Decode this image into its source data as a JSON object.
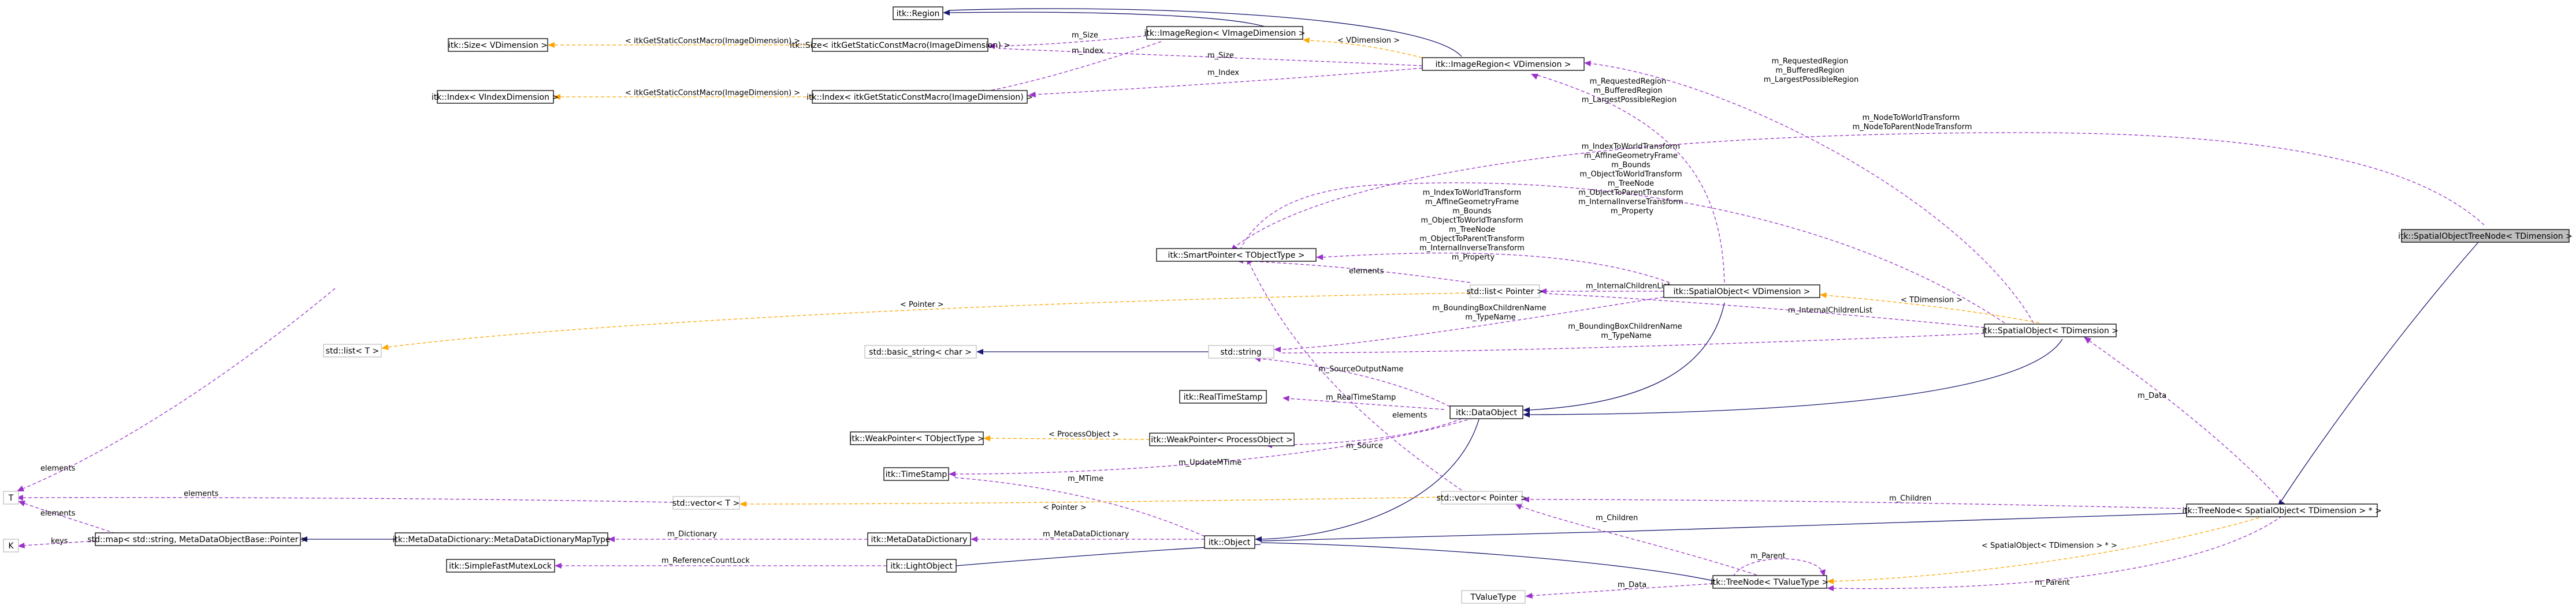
{
  "nodes": {
    "region": "itk::Region",
    "image_region_v": "itk::ImageRegion< VImageDimension >",
    "size_v": "itk::Size< VDimension >",
    "size_macro": "itk::Size< itkGetStaticConstMacro(ImageDimension) >",
    "image_region_vd": "itk::ImageRegion< VDimension >",
    "index_v": "itk::Index< VIndexDimension >",
    "index_macro": "itk::Index< itkGetStaticConstMacro(ImageDimension) >",
    "spatial_tree_node": "itk::SpatialObjectTreeNode< TDimension >",
    "smart_pointer": "itk::SmartPointer< TObjectType >",
    "std_list_pointer": "std::list< Pointer >",
    "spatial_object_v": "itk::SpatialObject< VDimension >",
    "std_list_t": "std::list< T >",
    "basic_string": "std::basic_string< char >",
    "std_string": "std::string",
    "spatial_object_t": "itk::SpatialObject< TDimension >",
    "real_time_stamp": "itk::RealTimeStamp",
    "data_object": "itk::DataObject",
    "weak_pointer_t": "itk::WeakPointer< TObjectType >",
    "weak_pointer_po": "itk::WeakPointer< ProcessObject >",
    "time_stamp": "itk::TimeStamp",
    "t": "T",
    "std_vector_t": "std::vector< T >",
    "std_vector_pointer": "std::vector< Pointer >",
    "tree_node_so": "itk::TreeNode< SpatialObject< TDimension > * >",
    "k": "K",
    "std_map": "std::map< std::string, MetaDataObjectBase::Pointer >",
    "meta_dict_map": "itk::MetaDataDictionary::MetaDataDictionaryMapType",
    "meta_dict": "itk::MetaDataDictionary",
    "object": "itk::Object",
    "simple_mutex": "itk::SimpleFastMutexLock",
    "light_object": "itk::LightObject",
    "tree_node_t": "itk::TreeNode< TValueType >",
    "tvalue_type": "TValueType"
  },
  "edge_labels": {
    "size_1": "m_Size",
    "index_1": "m_Index",
    "size_2": "m_Size",
    "index_2": "m_Index",
    "macro_1": "< itkGetStaticConstMacro(ImageDimension) >",
    "macro_2": "< itkGetStaticConstMacro(ImageDimension) >",
    "vdimension": "< VDimension >",
    "regions": [
      "m_RequestedRegion",
      "m_BufferedRegion",
      "m_LargestPossibleRegion"
    ],
    "regions_2": [
      "m_RequestedRegion",
      "m_BufferedRegion",
      "m_LargestPossibleRegion"
    ],
    "node_transform": [
      "m_NodeToWorldTransform",
      "m_NodeToParentNodeTransform"
    ],
    "transforms_right": [
      "m_IndexToWorldTransform",
      "m_AffineGeometryFrame",
      "m_Bounds",
      "m_ObjectToWorldTransform",
      "m_TreeNode",
      "m_ObjectToParentTransform",
      "m_InternalInverseTransform",
      "m_Property"
    ],
    "transforms_left": [
      "m_IndexToWorldTransform",
      "m_AffineGeometryFrame",
      "m_Bounds",
      "m_ObjectToWorldTransform",
      "m_TreeNode",
      "m_ObjectToParentTransform",
      "m_InternalInverseTransform",
      "m_Property"
    ],
    "elements_list": "elements",
    "internal_children_1": "m_InternalChildrenList",
    "internal_children_2": "m_InternalChildrenList",
    "pointer_list": "< Pointer >",
    "tdimension": "< TDimension >",
    "bbox_names_1": [
      "m_BoundingBoxChildrenName",
      "m_TypeName"
    ],
    "bbox_names_2": [
      "m_BoundingBoxChildrenName",
      "m_TypeName"
    ],
    "source_output": "m_SourceOutputName",
    "real_time": "m_RealTimeStamp",
    "process_object": "< ProcessObject >",
    "source": "m_Source",
    "update_time": "m_UpdateMTime",
    "elements_vec_ptr": "elements",
    "data": "m_Data",
    "mtime": "m_MTime",
    "elements_t": "elements",
    "elements_vec": "elements",
    "pointer_vec": "< Pointer >",
    "children_1": "m_Children",
    "children_2": "m_Children",
    "elements_map": "elements",
    "keys": "keys",
    "dictionary": "m_Dictionary",
    "meta_data_dictionary": "m_MetaDataDictionary",
    "parent_1": "m_Parent",
    "parent_2": "m_Parent",
    "so_pointer": "< SpatialObject< TDimension > * >",
    "reference_count_lock": "m_ReferenceCountLock",
    "data_2": "m_Data"
  }
}
